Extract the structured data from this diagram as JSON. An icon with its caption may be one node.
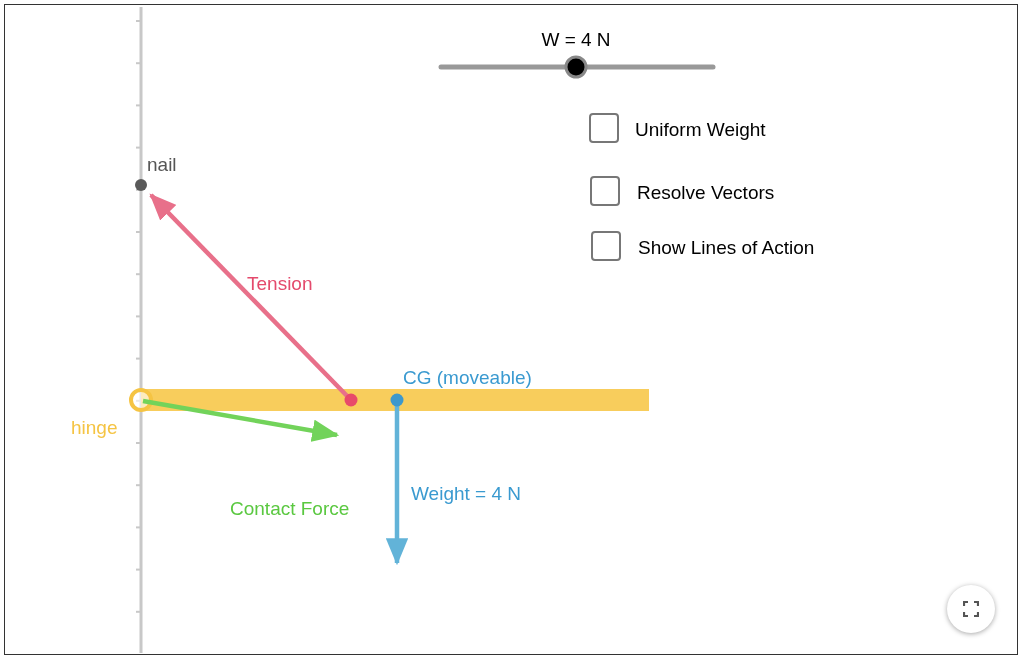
{
  "diagram": {
    "labels": [
      "W = 4 N",
      "Uniform Weight",
      "Resolve Vectors",
      "Show Lines of Action",
      "nail",
      "Tension",
      "CG (moveable)",
      "hinge",
      "Weight = 4 N",
      "Contact Force"
    ]
  }
}
